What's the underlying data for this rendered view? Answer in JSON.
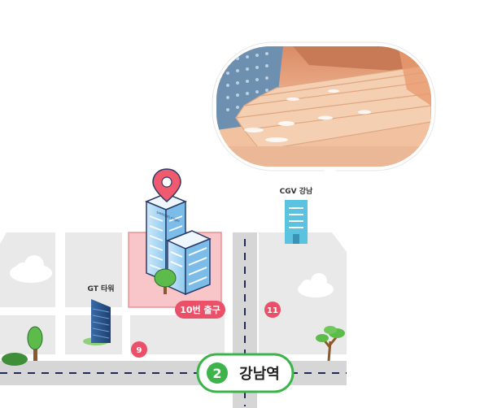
{
  "station": {
    "line_number": "2",
    "name": "강남역"
  },
  "exits": [
    {
      "number": "10번 출구"
    },
    {
      "number": "11"
    },
    {
      "number": "9"
    }
  ],
  "landmarks": {
    "cgv": "CGV 강남",
    "gt_tower": "GT 타워",
    "building_sign": "SAMSUNG D'light"
  },
  "colors": {
    "line2": "#3cb44a",
    "exit_badge": "#ea5068",
    "pin": "#ef5a6f",
    "highlight_block": "#f8c6c8",
    "block": "#e9e9e9",
    "road": "#d6d6d6",
    "dash": "#1f2a5a"
  },
  "icons": [
    "location-pin-icon",
    "subway-line-2-icon",
    "photo-callout"
  ]
}
